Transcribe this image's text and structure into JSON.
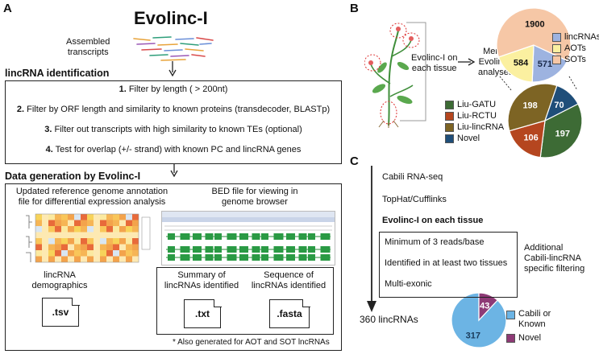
{
  "panelA": {
    "label": "A",
    "title": "Evolinc-I",
    "assembled": [
      "Assembled",
      "transcripts"
    ],
    "section1": "lincRNA identification",
    "steps": [
      {
        "num": "1.",
        "text": " Filter by length ( > 200nt)"
      },
      {
        "num": "2.",
        "text": " Filter by ORF length and similarity to known proteins (transdecoder, BLASTp)"
      },
      {
        "num": "3.",
        "text": " Filter out transcripts with high similarity to known TEs (optional)"
      },
      {
        "num": "4.",
        "text": " Test for overlap (+/- strand) with known PC and lincRNA genes"
      }
    ],
    "section2": "Data generation by Evolinc-I",
    "annotation": [
      "Updated reference genome annotation",
      "file for differential expression analysis"
    ],
    "bed": [
      "BED file for viewing in",
      "genome browser"
    ],
    "demographics": [
      "lincRNA",
      "demographics"
    ],
    "summary": [
      "Summary of",
      "lincRNAs identified"
    ],
    "sequence": [
      "Sequence of",
      "lincRNAs identified"
    ],
    "files": {
      "tsv": ".tsv",
      "txt": ".txt",
      "fasta": ".fasta"
    },
    "footnote": "* Also generated for AOT and SOT lncRNAs"
  },
  "panelB": {
    "label": "B",
    "plant_label": [
      "Evolinc-I on",
      "each tissue"
    ],
    "merge_label": [
      "Merge",
      "Evolinc-I",
      "analyses"
    ],
    "pie1": [
      {
        "label": "lincRNAs",
        "value": 571,
        "color": "#9db3e0"
      },
      {
        "label": "AOTs",
        "value": 584,
        "color": "#fbf0a0"
      },
      {
        "label": "SOTs",
        "value": 1900,
        "color": "#f6c7a6"
      }
    ],
    "pie2": [
      {
        "label": "Liu-GATU",
        "value": 197,
        "color": "#3d6b35"
      },
      {
        "label": "Liu-RCTU",
        "value": 106,
        "color": "#b5461f"
      },
      {
        "label": "Liu-lincRNA",
        "value": 198,
        "color": "#7d6424"
      },
      {
        "label": "Novel",
        "value": 70,
        "color": "#1f4e79"
      }
    ]
  },
  "panelC": {
    "label": "C",
    "items": [
      "Cabili RNA-seq",
      "TopHat/Cufflinks",
      "Evolinc-I on each tissue"
    ],
    "filters": [
      "Minimum of 3 reads/base",
      "Identified in at least two tissues",
      "Multi-exonic"
    ],
    "filter_note": [
      "Additional",
      "Cabili-lincRNA",
      "specific filtering"
    ],
    "result": "360 lincRNAs",
    "pie3": [
      {
        "label": "Cabili or Known",
        "value": 317,
        "color": "#6cb4e4"
      },
      {
        "label": "Novel",
        "value": 43,
        "color": "#8e3a76"
      }
    ],
    "legend3": [
      [
        "Cabili or",
        "Known"
      ],
      [
        "Novel"
      ]
    ]
  }
}
